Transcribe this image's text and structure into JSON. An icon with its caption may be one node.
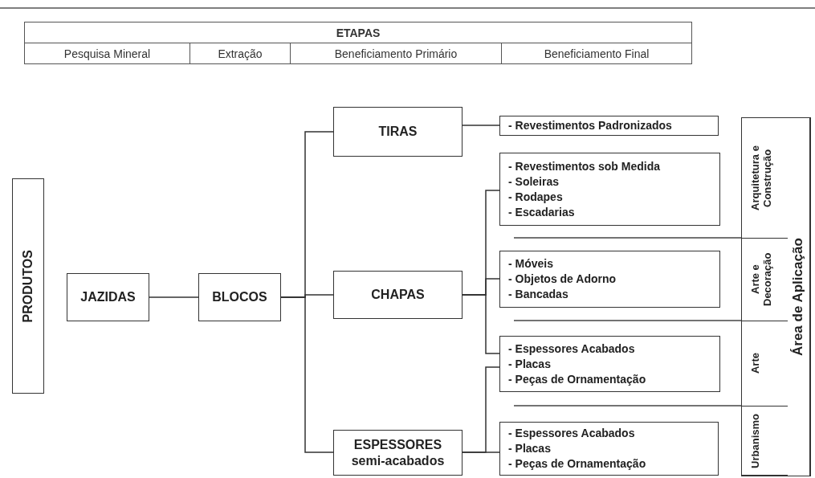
{
  "diagram": {
    "nodes": [
      {
        "text": [
          "PRODUTOS"
        ]
      },
      {
        "text": [
          "JAZIDAS"
        ]
      },
      {
        "text": [
          "BLOCOS"
        ]
      },
      {
        "text": [
          "TIRAS"
        ]
      },
      {
        "text": [
          "CHAPAS"
        ]
      },
      {
        "text": [
          "ESPESSORES semi-acabados"
        ]
      },
      {
        "text": [
          "- Revestimentos Padronizados"
        ]
      },
      {
        "text": [
          "- Revestimentos sob Medida",
          "- Soleiras",
          "- Rodapes",
          "- Escadarias"
        ]
      },
      {
        "text": [
          "- Móveis",
          "- Objetos de Adorno",
          "- Bancadas"
        ]
      },
      {
        "text": [
          "- Espessores Acabados",
          "- Placas",
          "- Peças de Ornamentação"
        ]
      },
      {
        "text": [
          "- Espessores Acabados",
          "- Placas",
          "- Peças de Ornamentação"
        ]
      },
      {
        "text": [
          "Área de Aplicação"
        ]
      },
      {
        "text": [
          "Arquitetura e Construção"
        ],
        "in": 11
      },
      {
        "text": [
          "Arte e Decoração"
        ],
        "in": 11
      },
      {
        "text": [
          "Arte"
        ],
        "in": 11
      },
      {
        "text": [
          "Urbanismo"
        ],
        "in": 11
      }
    ],
    "edges": [
      {
        "from": 1,
        "to": 2,
        "arrow": "none"
      },
      {
        "from": 2,
        "to": 3,
        "arrow": "none"
      },
      {
        "from": 2,
        "to": 4,
        "arrow": "none"
      },
      {
        "from": 2,
        "to": 5,
        "arrow": "none"
      },
      {
        "from": 3,
        "to": 6,
        "arrow": "none"
      },
      {
        "from": 4,
        "to": 7,
        "arrow": "none"
      },
      {
        "from": 4,
        "to": 8,
        "arrow": "none"
      },
      {
        "from": 4,
        "to": 9,
        "arrow": "none"
      },
      {
        "from": 5,
        "to": 9,
        "arrow": "none"
      },
      {
        "from": 5,
        "to": 10,
        "arrow": "none"
      }
    ],
    "labels": [
      "ETAPAS",
      "Pesquisa Mineral",
      "Extração",
      "Beneficiamento Primário",
      "Beneficiamento Final"
    ]
  }
}
